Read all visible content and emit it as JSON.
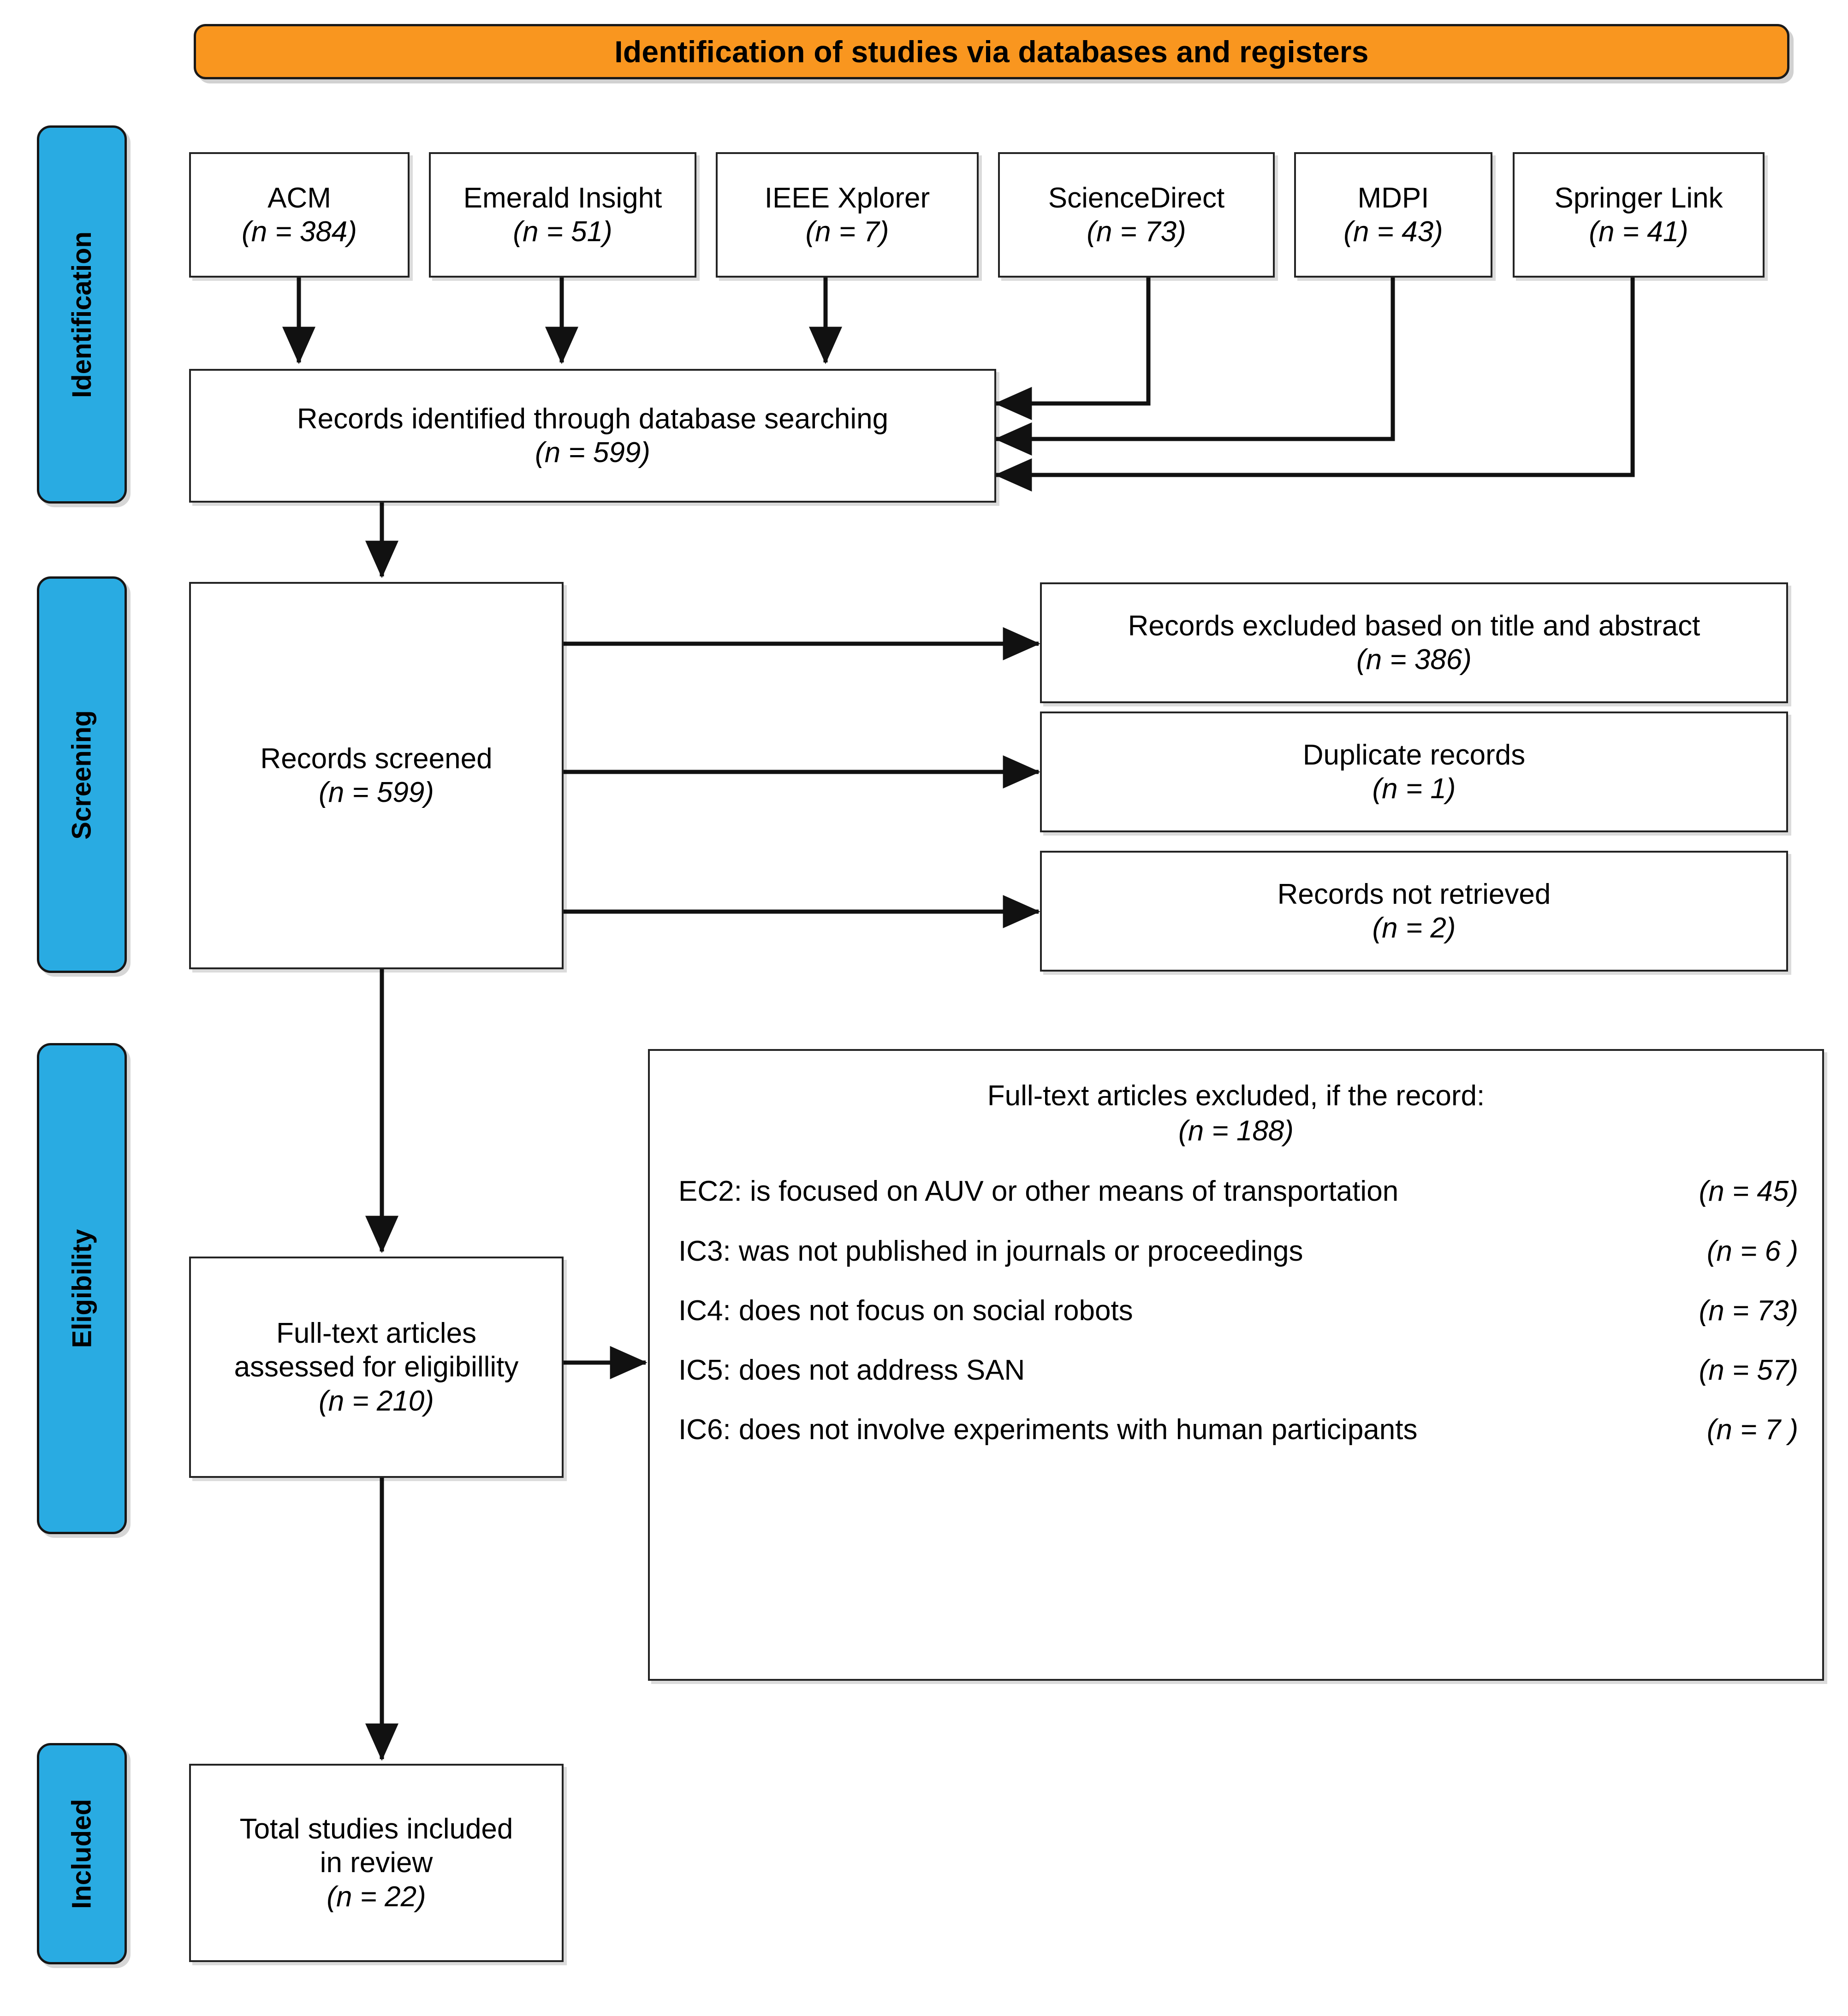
{
  "banner": {
    "title": "Identification of studies via databases and registers",
    "color": "#F9961F"
  },
  "stages": {
    "color": "#29ABE2",
    "items": [
      {
        "label": "Identification"
      },
      {
        "label": "Screening"
      },
      {
        "label": "Eligibility"
      },
      {
        "label": "Included"
      }
    ]
  },
  "sources": [
    {
      "name": "ACM",
      "count": "(n = 384)"
    },
    {
      "name": "Emerald Insight",
      "count": "(n = 51)"
    },
    {
      "name": "IEEE Xplorer",
      "count": "(n = 7)"
    },
    {
      "name": "ScienceDirect",
      "count": "(n = 73)"
    },
    {
      "name": "MDPI",
      "count": "(n = 43)"
    },
    {
      "name": "Springer Link",
      "count": "(n = 41)"
    }
  ],
  "identified": {
    "label": "Records identified through database searching",
    "count": "(n = 599)"
  },
  "screened": {
    "label": "Records screened",
    "count": "(n = 599)"
  },
  "screening_exclusions": [
    {
      "label": "Records excluded based on title and abstract",
      "count": "(n = 386)"
    },
    {
      "label": "Duplicate records",
      "count": "(n = 1)"
    },
    {
      "label": "Records not retrieved",
      "count": "(n = 2)"
    }
  ],
  "eligibility": {
    "label_line1": "Full-text articles",
    "label_line2": "assessed for eligibillity",
    "count": "(n = 210)"
  },
  "fulltext_excluded": {
    "heading": "Full-text articles excluded, if the record:",
    "count": "(n = 188)",
    "criteria": [
      {
        "text": "EC2: is focused on AUV or other means of transportation",
        "count": "(n = 45)"
      },
      {
        "text": "IC3: was not published in journals or proceedings",
        "count": "(n = 6  )"
      },
      {
        "text": "IC4: does not focus on social robots",
        "count": "(n = 73)"
      },
      {
        "text": "IC5: does not address SAN",
        "count": "(n = 57)"
      },
      {
        "text": "IC6: does not involve experiments with human participants",
        "count": "(n = 7  )"
      }
    ]
  },
  "included": {
    "label_line1": "Total studies included",
    "label_line2": "in review",
    "count": "(n = 22)"
  }
}
